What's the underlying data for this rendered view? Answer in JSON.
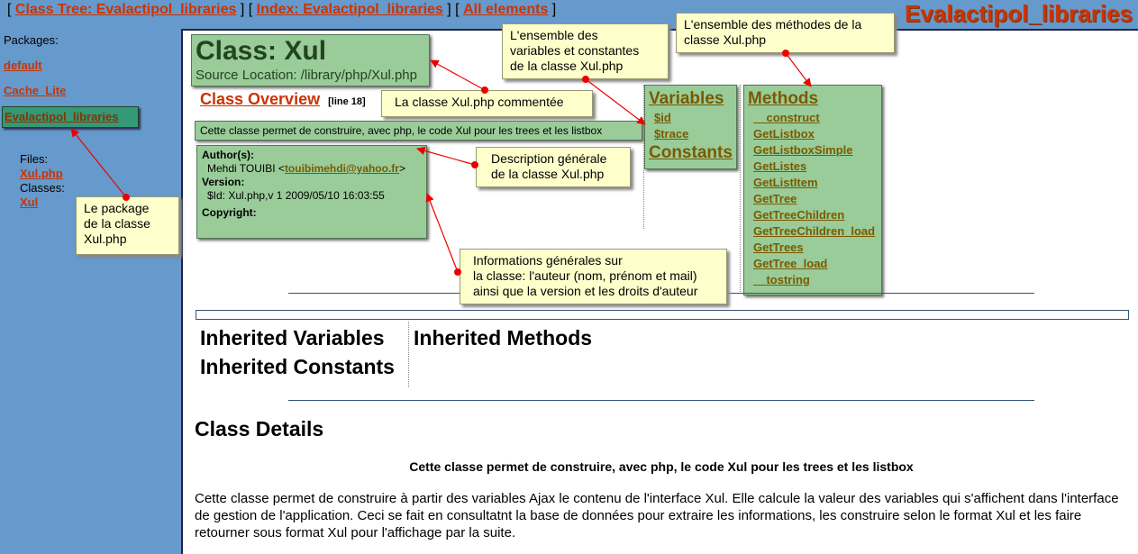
{
  "topnav": {
    "open": "[",
    "class_tree": "Class Tree: Evalactipol_libraries",
    "sep1": "] [",
    "index": "Index: Evalactipol_libraries",
    "sep2": "] [",
    "all": "All elements",
    "close": "]"
  },
  "package_title": "Evalactipol_libraries",
  "sidebar": {
    "packages_label": "Packages:",
    "packages": [
      "default",
      "Cache_Lite",
      "Evalactipol_libraries"
    ],
    "files_label": "Files:",
    "file": "Xul.php",
    "classes_label": "Classes:",
    "class": "Xul"
  },
  "class": {
    "title": "Class: Xul",
    "source": "Source Location: /library/php/Xul.php",
    "overview": "Class Overview",
    "line": "[line 18]",
    "short_desc": "Cette classe permet de construire, avec php, le code Xul pour les trees et les listbox",
    "author_label": "Author(s):",
    "author_name": "Mehdi TOUIBI <",
    "author_email": "touibimehdi@yahoo.fr",
    "author_end": ">",
    "version_label": "Version:",
    "version": "$Id: Xul.php,v 1 2009/05/10 16:03:55",
    "copyright_label": "Copyright:"
  },
  "variables": {
    "title": "Variables",
    "items": [
      "$id",
      "$trace"
    ],
    "constants_title": "Constants"
  },
  "methods": {
    "title": "Methods",
    "items": [
      "__construct",
      "GetListbox",
      "GetListboxSimple",
      "GetListes",
      "GetListItem",
      "GetTree",
      "GetTreeChildren",
      "GetTreeChildren_load",
      "GetTrees",
      "GetTree_load",
      "__tostring"
    ]
  },
  "inherited": {
    "variables": "Inherited Variables",
    "constants": "Inherited Constants",
    "methods": "Inherited Methods"
  },
  "details": {
    "title": "Class Details",
    "subtitle": "Cette classe permet de construire, avec php, le code Xul pour les trees et les listbox",
    "body": "Cette classe permet de construire à partir des variables Ajax le contenu de l'interface Xul. Elle calcule la valeur des variables qui s'affichent dans l'interface de gestion de l'application. Ceci se fait en consultatnt la base de données pour extraire les informations, les construire selon le format Xul et les faire retourner sous format Xul pour l'affichage par la suite."
  },
  "notes": {
    "package": [
      "Le package",
      "de la classe",
      "Xul.php"
    ],
    "commentee": "La classe Xul.php commentée",
    "variables": [
      "L'ensemble des",
      "variables et constantes",
      "de la classe Xul.php"
    ],
    "methods": [
      "L'ensemble des méthodes de la",
      "classe Xul.php"
    ],
    "description": [
      "Description générale",
      "de la classe Xul.php"
    ],
    "informations": [
      "Informations générales sur",
      "la classe: l'auteur (nom, prénom et mail)",
      "ainsi que la version et les droits d'auteur"
    ]
  },
  "colors": {
    "background": "#6699cc",
    "link": "#cc3300",
    "green_box": "#99cc99",
    "note": "#ffffcc",
    "arrow": "#ee0000"
  }
}
